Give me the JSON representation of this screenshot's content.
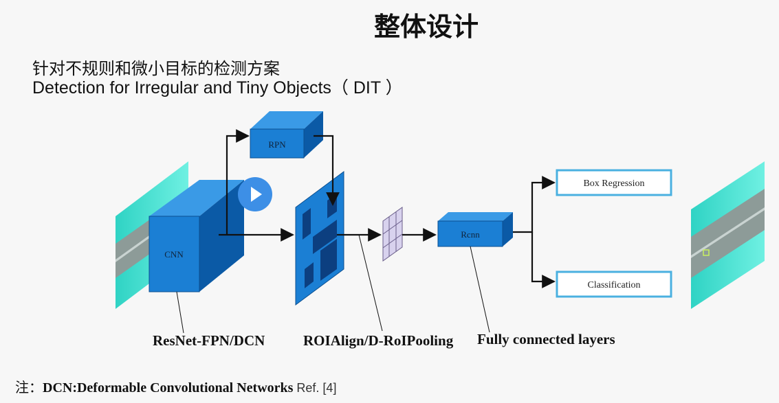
{
  "slide": {
    "title": "整体设计",
    "subtitle_cn": "针对不规则和微小目标的检测方案",
    "subtitle_en": "Detection for Irregular and Tiny Objects（ DIT ）"
  },
  "diagram": {
    "nodes": {
      "cnn": "CNN",
      "rpn": "RPN",
      "rcnn": "Rcnn",
      "box_regression": "Box Regression",
      "classification": "Classification"
    },
    "captions": {
      "backbone": "ResNet-FPN/DCN",
      "roi": "ROIAlign/D-RoIPooling",
      "fc": "Fully connected layers"
    },
    "colors": {
      "box_front": "#1b7fd4",
      "box_top": "#3a9ae6",
      "box_side": "#0b5aa6",
      "arrow": "#111111",
      "output_border": "#4ab0e0",
      "image_teal": "#46e0d0"
    }
  },
  "footer": {
    "note_prefix": "注：",
    "note_bold": "DCN:Deformable Convolutional Networks",
    "note_ref": "Ref. [4]"
  },
  "video": {
    "play_icon": "play-icon"
  }
}
